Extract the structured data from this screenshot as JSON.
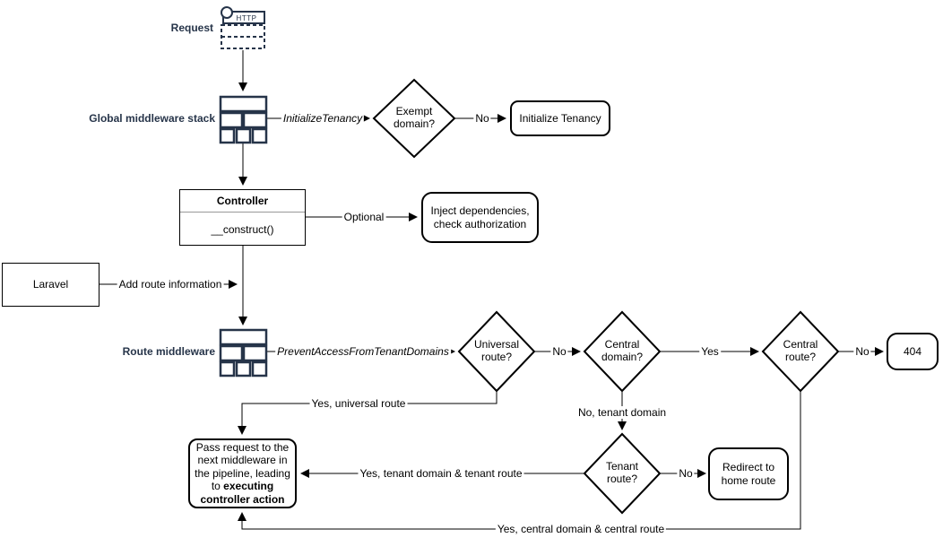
{
  "colors": {
    "accent_navy": "#263449",
    "line_black": "#000000",
    "shape_fill": "#ffffff",
    "divider_gray": "#999999"
  },
  "icons": {
    "request": "http-request-icon",
    "global_middleware_stack": "middleware-stack-icon",
    "route_middleware": "middleware-stack-icon"
  },
  "nodes": {
    "request": {
      "label": "Request",
      "http_label": "HTTP"
    },
    "global_middleware_stack": {
      "label": "Global middleware stack"
    },
    "exempt_domain": {
      "label": "Exempt domain?"
    },
    "initialize_tenancy": {
      "label": "Initialize Tenancy"
    },
    "controller": {
      "title": "Controller",
      "method": "__construct()"
    },
    "inject_dependencies": {
      "label": "Inject dependencies, check authorization"
    },
    "laravel": {
      "label": "Laravel"
    },
    "route_middleware": {
      "label": "Route middleware"
    },
    "universal_route": {
      "label": "Universal route?"
    },
    "central_domain": {
      "label": "Central domain?"
    },
    "central_route": {
      "label": "Central route?"
    },
    "error_404": {
      "label": "404"
    },
    "tenant_route": {
      "label": "Tenant route?"
    },
    "redirect_home": {
      "label": "Redirect to home route"
    },
    "pass_request": {
      "label_normal": "Pass request to the next middleware in the pipeline, leading to",
      "label_bold": "executing controller action"
    }
  },
  "edge_labels": {
    "initialize_tenancy_mw": "InitializeTenancy",
    "exempt_no": "No",
    "optional": "Optional",
    "add_route_info": "Add route information",
    "prevent_access_mw": "PreventAccessFromTenantDomains",
    "universal_no": "No",
    "central_domain_yes": "Yes",
    "central_route_no": "No",
    "yes_universal_route": "Yes, universal route",
    "no_tenant_domain": "No, tenant domain",
    "tenant_route_no": "No",
    "yes_tenant_domain_route": "Yes, tenant domain & tenant route",
    "yes_central_domain_route": "Yes, central domain & central route"
  }
}
